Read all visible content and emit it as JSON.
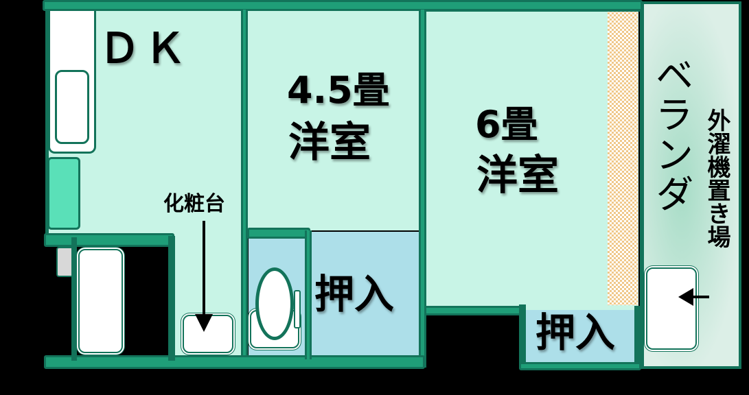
{
  "rooms": {
    "dk": {
      "label": "ＤＫ"
    },
    "western_45": {
      "size": "4.5畳",
      "type": "洋室"
    },
    "western_6": {
      "size": "6畳",
      "type": "洋室"
    },
    "closet_1": {
      "label": "押入"
    },
    "closet_2": {
      "label": "押入"
    },
    "balcony": {
      "label": "ベランダ"
    },
    "washer_area": {
      "label": "外濯機置き場"
    },
    "vanity": {
      "label": "化粧台"
    }
  },
  "colors": {
    "wall": "#1f9e78",
    "wall_dark": "#13735a",
    "room": "#c8f4e6",
    "closet": "#addfe9",
    "fridge": "#5ae0b8",
    "balcony": "#d6eee4",
    "floor_pattern": "#f0c88a"
  }
}
